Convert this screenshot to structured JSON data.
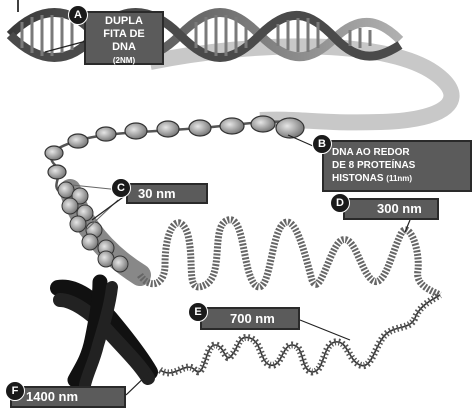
{
  "labels": {
    "a": {
      "letter": "A",
      "lines": [
        "DUPLA",
        "FITA DE",
        "DNA"
      ],
      "sub": "(2NM)"
    },
    "b": {
      "letter": "B",
      "lines": [
        "DNA AO REDOR",
        "DE 8 PROTEÍNAS"
      ],
      "line3": "HISTONAS",
      "sub": "(11nm)"
    },
    "c": {
      "letter": "C",
      "text": "30 nm"
    },
    "d": {
      "letter": "D",
      "text": "300 nm"
    },
    "e": {
      "letter": "E",
      "text": "700 nm"
    },
    "f": {
      "letter": "F",
      "text": "1400 nm"
    }
  }
}
